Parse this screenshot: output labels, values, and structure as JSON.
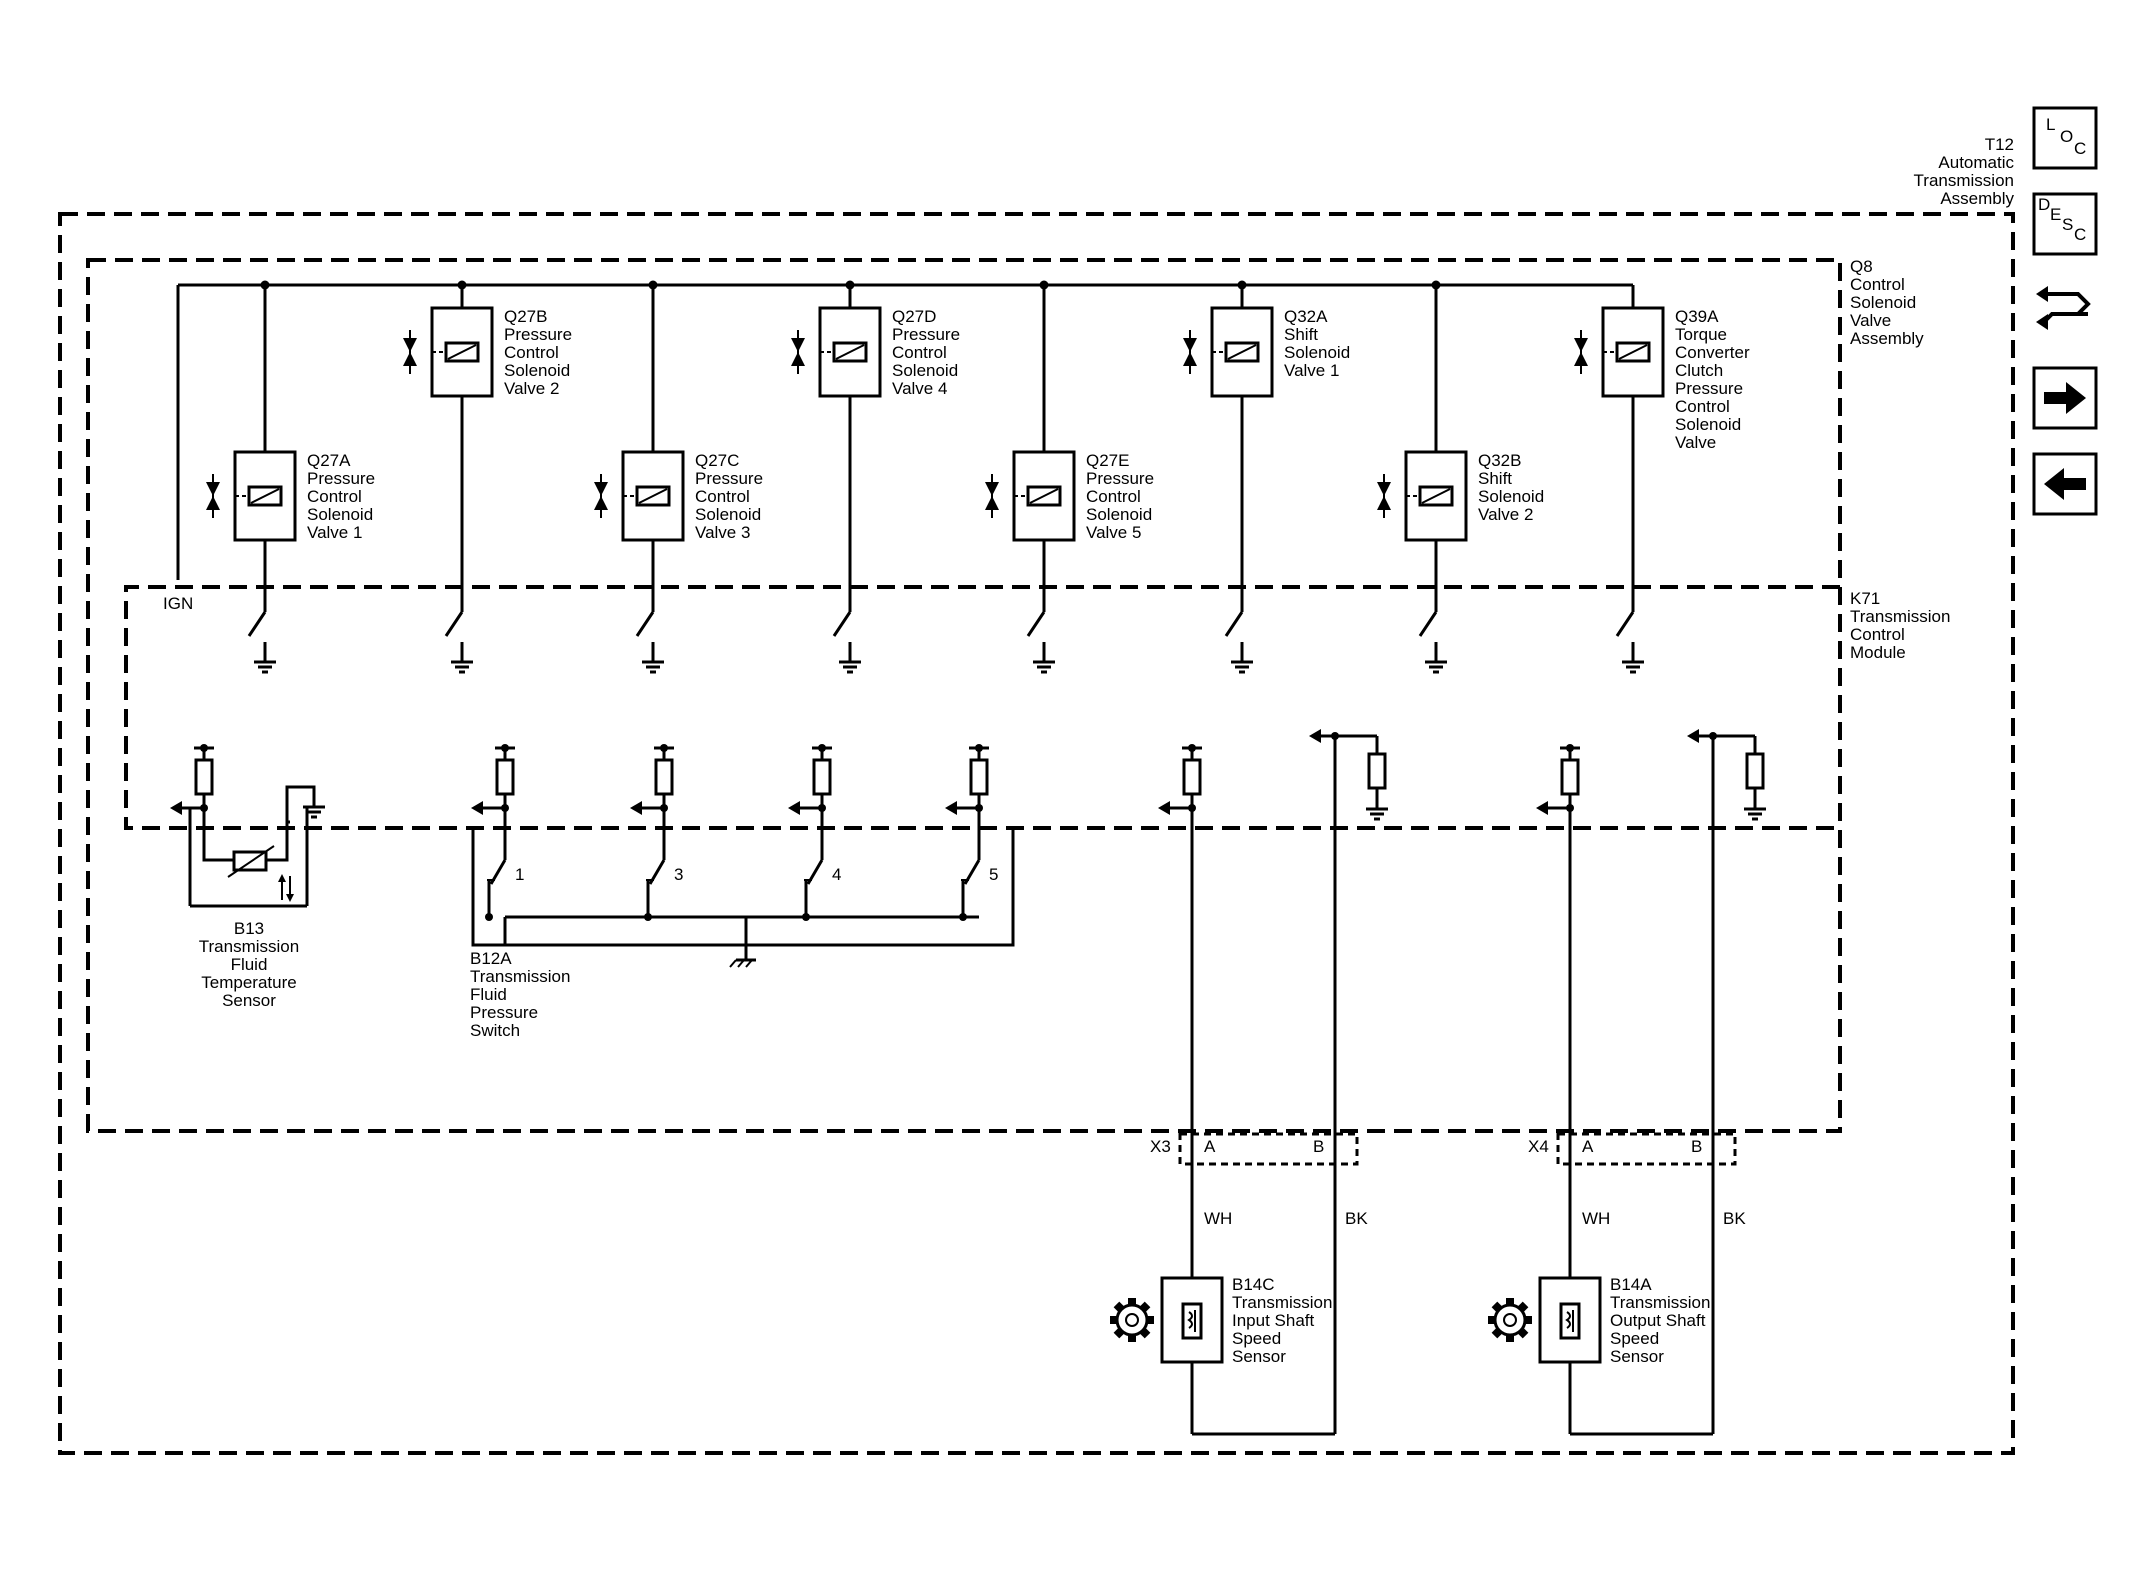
{
  "assembly": {
    "ref": "T12",
    "lines": [
      "Automatic",
      "Transmission",
      "Assembly"
    ]
  },
  "valve_assembly": {
    "ref": "Q8",
    "lines": [
      "Control",
      "Solenoid",
      "Valve",
      "Assembly"
    ]
  },
  "control_module": {
    "ref": "K71",
    "lines": [
      "Transmission",
      "Control",
      "Module"
    ]
  },
  "ign_label": "IGN",
  "solenoids": [
    {
      "ref": "Q27A",
      "lines": [
        "Pressure",
        "Control",
        "Solenoid",
        "Valve 1"
      ]
    },
    {
      "ref": "Q27B",
      "lines": [
        "Pressure",
        "Control",
        "Solenoid",
        "Valve 2"
      ]
    },
    {
      "ref": "Q27C",
      "lines": [
        "Pressure",
        "Control",
        "Solenoid",
        "Valve 3"
      ]
    },
    {
      "ref": "Q27D",
      "lines": [
        "Pressure",
        "Control",
        "Solenoid",
        "Valve 4"
      ]
    },
    {
      "ref": "Q27E",
      "lines": [
        "Pressure",
        "Control",
        "Solenoid",
        "Valve 5"
      ]
    },
    {
      "ref": "Q32A",
      "lines": [
        "Shift",
        "Solenoid",
        "Valve 1"
      ]
    },
    {
      "ref": "Q32B",
      "lines": [
        "Shift",
        "Solenoid",
        "Valve 2"
      ]
    },
    {
      "ref": "Q39A",
      "lines": [
        "Torque",
        "Converter",
        "Clutch",
        "Pressure",
        "Control",
        "Solenoid",
        "Valve"
      ]
    }
  ],
  "temp_sensor": {
    "ref": "B13",
    "lines": [
      "Transmission",
      "Fluid",
      "Temperature",
      "Sensor"
    ]
  },
  "pressure_switch": {
    "ref": "B12A",
    "lines": [
      "Transmission",
      "Fluid",
      "Pressure",
      "Switch"
    ],
    "contacts": [
      "1",
      "3",
      "4",
      "5"
    ]
  },
  "connectors": [
    {
      "ref": "X3",
      "pin_a": "A",
      "pin_b": "B",
      "wire_a": "WH",
      "wire_b": "BK"
    },
    {
      "ref": "X4",
      "pin_a": "A",
      "pin_b": "B",
      "wire_a": "WH",
      "wire_b": "BK"
    }
  ],
  "speed_sensors": [
    {
      "ref": "B14C",
      "lines": [
        "Transmission",
        "Input Shaft",
        "Speed",
        "Sensor"
      ]
    },
    {
      "ref": "B14A",
      "lines": [
        "Transmission",
        "Output Shaft",
        "Speed",
        "Sensor"
      ]
    }
  ],
  "nav": {
    "loc": [
      "L",
      "O",
      "C"
    ],
    "desc": [
      "D",
      "E",
      "S",
      "C"
    ],
    "icons": [
      "connector-swap-icon",
      "arrow-right-icon",
      "arrow-left-icon"
    ]
  }
}
